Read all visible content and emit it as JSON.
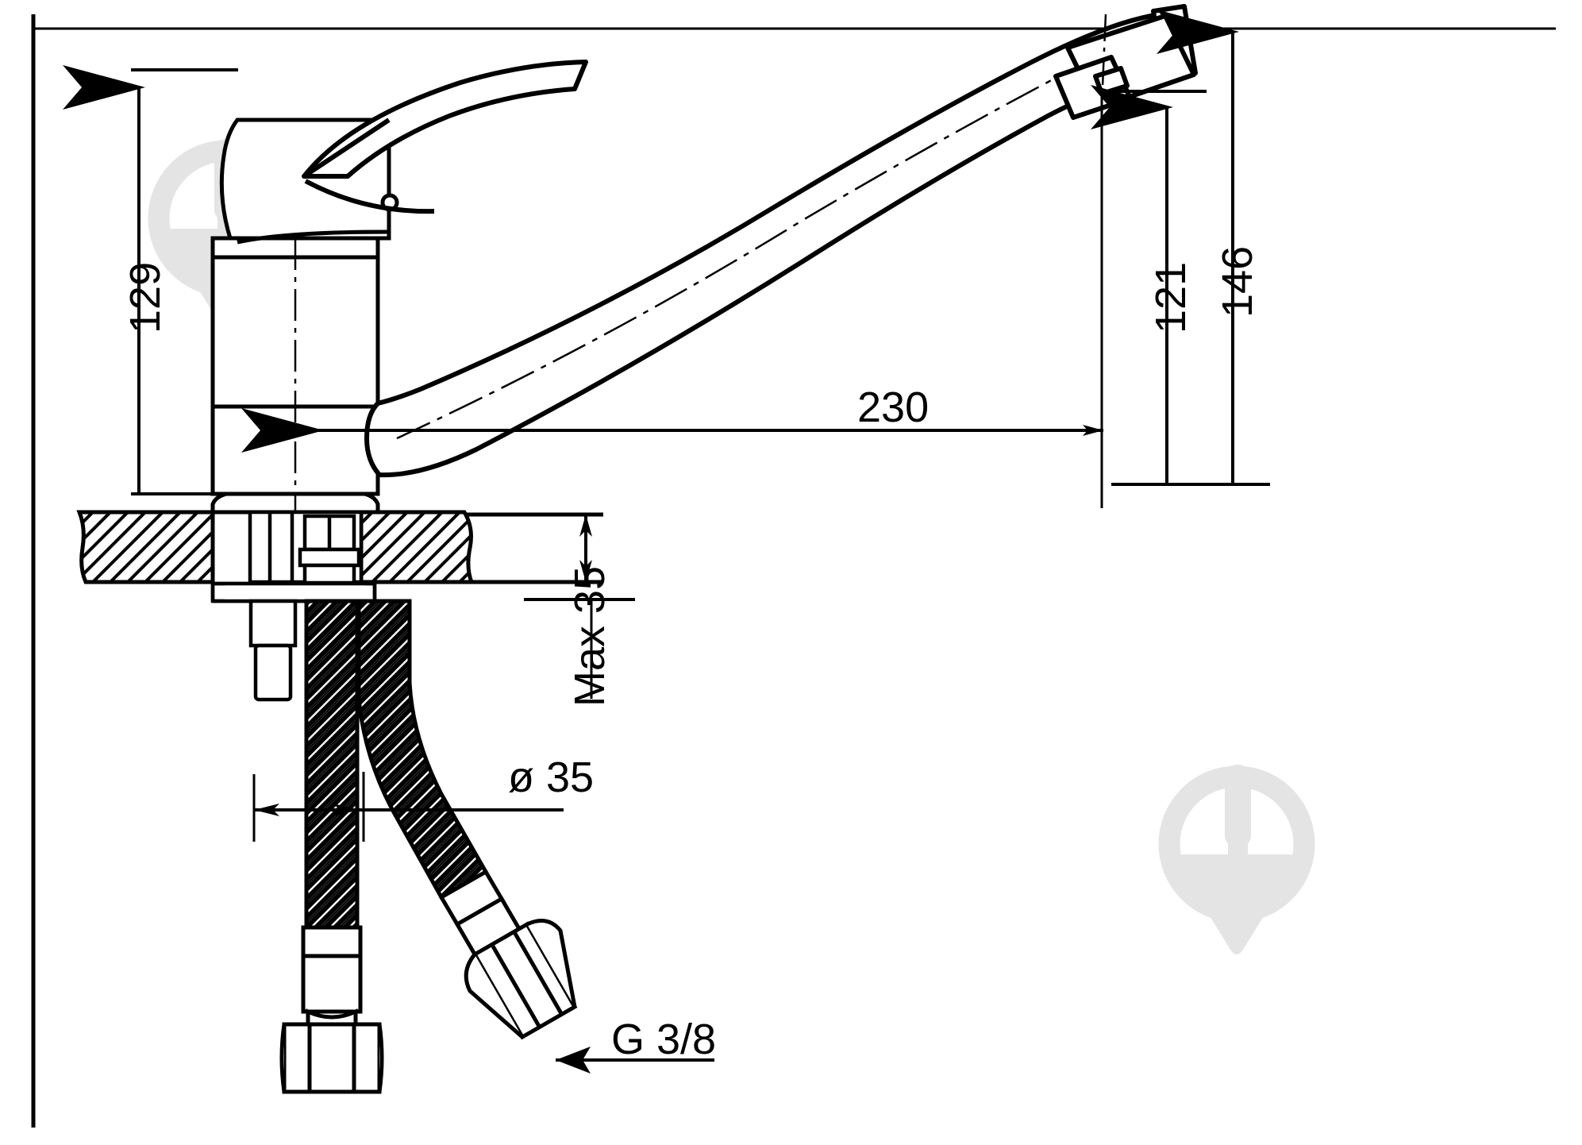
{
  "drawing": {
    "title": "Single-lever kitchen mixer tap dimensional drawing",
    "type": "technical-engineering-drawing",
    "units": "mm",
    "line_color": "#000000",
    "background_color": "#ffffff",
    "watermark_color": "#e4e4e4"
  },
  "dimensions": {
    "height_body": "129",
    "height_spout_outlet": "121",
    "height_overall": "146",
    "reach_spout": "230",
    "hole_diameter": "ø 35",
    "max_thickness": "Max 35",
    "thread_size": "G 3/8"
  },
  "labels": [
    {
      "id": "dim-129",
      "text": "129",
      "meaning": "body height above counter",
      "orientation": "vertical"
    },
    {
      "id": "dim-121",
      "text": "121",
      "meaning": "spout outlet height",
      "orientation": "vertical"
    },
    {
      "id": "dim-146",
      "text": "146",
      "meaning": "overall height",
      "orientation": "vertical"
    },
    {
      "id": "dim-230",
      "text": "230",
      "meaning": "spout reach",
      "orientation": "horizontal"
    },
    {
      "id": "dim-d35",
      "text": "ø 35",
      "meaning": "mounting hole diameter",
      "orientation": "horizontal"
    },
    {
      "id": "dim-max35",
      "text": "Max 35",
      "meaning": "maximum counter thickness",
      "orientation": "vertical"
    },
    {
      "id": "dim-g38",
      "text": "G 3/8",
      "meaning": "supply hose thread",
      "orientation": "horizontal"
    }
  ],
  "watermarks": [
    {
      "id": "watermark-top-left",
      "name": "tap-logo-watermark"
    },
    {
      "id": "watermark-bottom-right",
      "name": "tap-logo-watermark"
    }
  ]
}
